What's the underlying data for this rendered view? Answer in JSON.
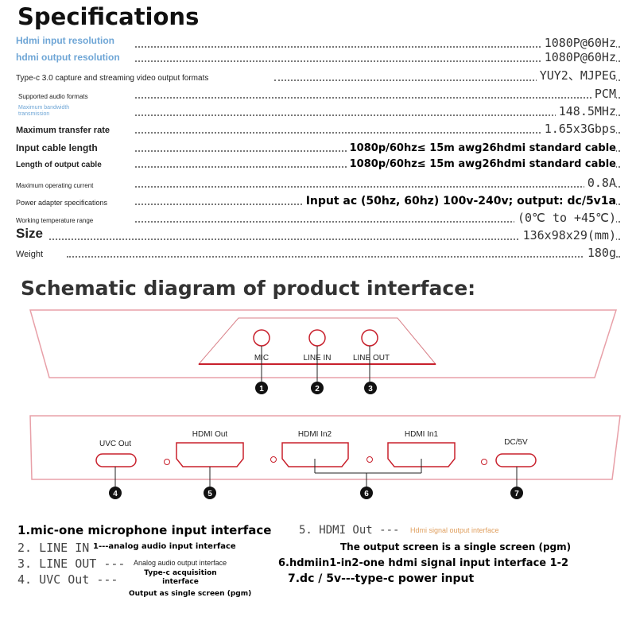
{
  "title": "Specifications",
  "specs": [
    {
      "label": "Hdmi input resolution",
      "value": "1080P@60Hz"
    },
    {
      "label": "hdmi output resolution",
      "value": "1080P@60Hz"
    },
    {
      "label": "Type-c 3.0 capture and streaming video output formats",
      "value": "YUY2、MJPEG"
    },
    {
      "label": "Supported audio formats",
      "value": "PCM"
    },
    {
      "label": "Maximum bandwidth transmission",
      "value": "148.5MHz"
    },
    {
      "label": "Maximum transfer rate",
      "value": "1.65x3Gbps"
    },
    {
      "label": "Input cable length",
      "value": "1080p/60hz≤ 15m awg26hdmi standard cable"
    },
    {
      "label": "Length of output cable",
      "value": "1080p/60hz≤ 15m awg26hdmi standard cable"
    },
    {
      "label": "Maximum operating current",
      "value": "0.8A"
    },
    {
      "label": "Power adapter specifications",
      "value": "Input ac (50hz, 60hz) 100v-240v; output: dc/5v1a"
    },
    {
      "label": "Working temperature range",
      "value": "(0℃ to +45℃)"
    },
    {
      "label": "Size",
      "value": "136x98x29(mm)"
    },
    {
      "label": "Weight",
      "value": "180g"
    }
  ],
  "schematic_title": "Schematic diagram of product interface:",
  "front_panel": {
    "ports": [
      "MIC",
      "LINE IN",
      "LINE OUT"
    ],
    "markers": [
      "1",
      "2",
      "3"
    ]
  },
  "back_panel": {
    "ports": [
      "UVC Out",
      "HDMI Out",
      "HDMI In2",
      "HDMI In1",
      "DC/5V"
    ],
    "markers": [
      "4",
      "5",
      "6",
      "7"
    ]
  },
  "descriptions": {
    "d1": "1.mic-one microphone input interface",
    "d2_a": "2. LINE IN",
    "d2_b": "1---analog audio input interface",
    "d3_a": "3. LINE OUT ---",
    "d3_b": "Analog audio output interface",
    "d4_a": "4. UVC Out ---",
    "d4_b": "Type-c acquisition interface",
    "d4_c": "Output as single screen (pgm)",
    "d5_a": "5. HDMI Out ---",
    "d5_b": "Hdmi signal output interface",
    "d5_c": "The output screen is a single screen (pgm)",
    "d6": "6.hdmiin1-in2-one hdmi signal input interface 1-2",
    "d7": "7.dc / 5v---type-c power input"
  },
  "colors": {
    "accent_red": "#c8202c",
    "panel_edge": "#e8a0a8",
    "blue_label": "#6fa6d6",
    "orange_label": "#e0a060"
  }
}
